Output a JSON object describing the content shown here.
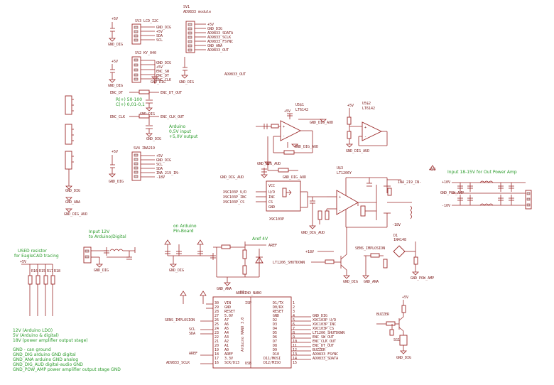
{
  "modules": {
    "sv3": {
      "ref": "SV3",
      "name": "LCD_I2C",
      "pins": [
        "GND_DIG",
        "+5V",
        "SDA",
        "SCL"
      ]
    },
    "sv2": {
      "ref": "SV2",
      "name": "KY_040",
      "pins": [
        "GND_DIG",
        "+5V",
        "ENC_SW",
        "ENC_DT",
        "ENC_CLK"
      ]
    },
    "sv1": {
      "ref": "SV1",
      "name": "AD9833 module",
      "pins": [
        "+5V",
        "GND_DIG",
        "AD9833_SDATA",
        "AD9833_SCLK",
        "AD9833_FSYNC",
        "GND_ANA",
        "AD9833_OUT"
      ]
    },
    "sv4": {
      "ref": "SV4",
      "name": "INA219",
      "pins": [
        "+5V",
        "GND_DIG",
        "SCL",
        "SDA",
        "INA_219_IN-",
        "-18V"
      ]
    }
  },
  "supplies": {
    "p5v": "+5V",
    "gnd_dig": "GND_DIG",
    "gnd_ana": "GND_ANA",
    "gnd_dig_aud": "GND_DIG_AUD",
    "gnd_pow_amp": "GND_POW_AMP",
    "p18v": "+18V",
    "m18v": "-18V",
    "p10v": "+10V",
    "m10v": "-10V",
    "aref": "AREF"
  },
  "nets": {
    "ad9833_out": "AD9833_OUT",
    "enc_dt": "ENC_DT",
    "enc_dt_out": "ENC_DT_OUT",
    "enc_clk": "ENC_CLK",
    "enc_clk_out": "ENC_CLK_OUT",
    "ina219_in": "INA_219_IN-",
    "sens_implosion": "SENS_IMPLOSION",
    "lt1206_shutdown": "LT1206_SHUTDOWN",
    "buzzer": "BUZZER",
    "ad9833_sclk": "AD9833_SCLK",
    "aref": "AREF",
    "scl": "SCL",
    "sda": "SDA",
    "x9c_ud": "X9C103P_U/D",
    "x9c_inc": "X9C103P_INC",
    "x9c_cs": "X9C103P_CS"
  },
  "notes": {
    "rc_values": [
      "R(+) 50-100",
      "C(+) 0,01-0,1"
    ],
    "arduino_input": [
      "Arduino",
      "0,5V input",
      "+5,0V output"
    ],
    "input_12v": [
      "Input 12V",
      "to Arduino/Digital"
    ],
    "on_arduino_pin_board": [
      "on Arduino",
      "Pin-Board"
    ],
    "aref_4v": "Aref 4V",
    "input_18_15v": "Input 18-15V for Out Power Amp",
    "used_resistor": [
      "USED resistor",
      "for EagleCAD tracing"
    ],
    "power_legend": [
      "12V (Arduino LDO)",
      "5V (Arduino & digital)",
      "18V (power amplifier output stage)"
    ],
    "gnd_legend": [
      "GND - can ground",
      "GND_DIG arduino GND digital",
      "GND_ANA arduino GND analog",
      "GND_DIG_AUD digital-audio GND",
      "GND_POW_AMP power amplifier output stage GND"
    ]
  },
  "parts": {
    "u5": {
      "ref": "U5$1",
      "name": "LT6142"
    },
    "u5b": {
      "ref": "U5$2",
      "name": "LT6142"
    },
    "u3": {
      "ref": "U$3",
      "name": "LT1206Y"
    },
    "x9c": {
      "ref": "X9C103P",
      "pins": [
        "VCC",
        "U/D",
        "INC",
        "CS",
        "GND"
      ]
    },
    "arduino": {
      "name": "Arduino NANO 3.0",
      "side": "ARDUINO_NANO",
      "left_pins": [
        "VIN",
        "GND",
        "RESET",
        "5.0V",
        "A7",
        "A6",
        "A5",
        "A4",
        "A3",
        "A2",
        "A1",
        "A0",
        "AREF",
        "3.3V",
        "SCK/D13"
      ],
      "left_nums": [
        "30",
        "29",
        "28",
        "27",
        "26",
        "25",
        "24",
        "23",
        "22",
        "21",
        "20",
        "19",
        "18",
        "17",
        "16"
      ],
      "right_pins": [
        "D1/TX",
        "D0/RX",
        "RESET",
        "GND",
        "D2",
        "D3",
        "D4",
        "D5",
        "D6",
        "D7",
        "D8",
        "D9",
        "D10",
        "D11/MOSI",
        "D12/MISO"
      ],
      "right_nums": [
        "1",
        "2",
        "3",
        "4",
        "5",
        "6",
        "7",
        "8",
        "9",
        "10",
        "11",
        "12",
        "13",
        "14",
        "15"
      ],
      "isp": "ISP",
      "usb": "USB",
      "right_nets": [
        "",
        "",
        "",
        "GND_DIG",
        "X9C103P_U/D",
        "X9C103P_INC",
        "X9C103P_CS",
        "LT1206_SHUTDOWN",
        "ENC_SW_OUT",
        "ENC_CLK_OUT",
        "ENC_DT_OUT",
        "BUZZER",
        "AD9833_FSYNC",
        "AD9833_SDATA",
        ""
      ]
    },
    "buzzer": {
      "ref": "SG1",
      "name": "BUZZER"
    },
    "d1": {
      "ref": "D1",
      "name": "1N4148"
    }
  },
  "used_resistors": [
    "R16",
    "R15",
    "R17",
    "R18"
  ]
}
